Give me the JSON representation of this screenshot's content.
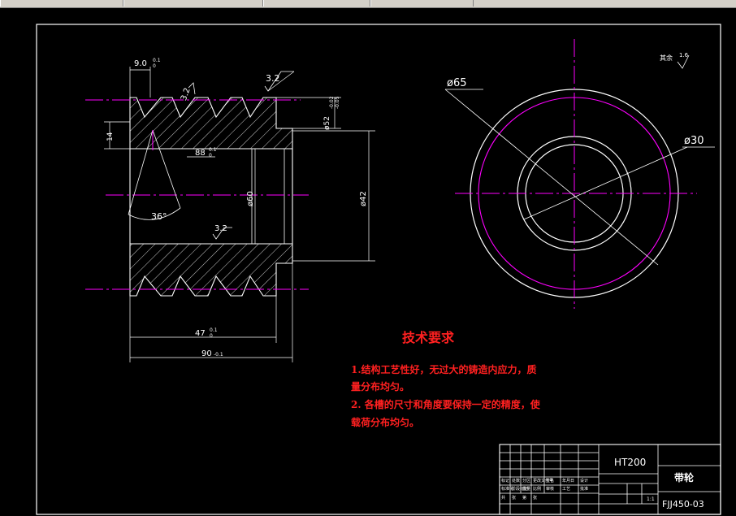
{
  "drawing": {
    "top_dims": {
      "width_9": "9.0",
      "tol_9_upper": "0.1",
      "tol_9_lower": "0",
      "rough_tooth": "3.2",
      "rough_top": "3.2",
      "dia_52": "ø52",
      "tol_52_upper": "-0.02",
      "tol_52_lower": "-0.05",
      "dim_14": "14",
      "dim_88": "88",
      "tol_88_upper": "0.1",
      "tol_88_lower": "0",
      "angle": "36°",
      "bore": "ø60",
      "outer": "ø42",
      "rough_bottom": "3.2",
      "len_47": "47",
      "tol_47_upper": "0.1",
      "tol_47_lower": "0",
      "len_90": "90",
      "tol_90": "-0.1"
    },
    "side_view": {
      "dia_65": "ø65",
      "dia_30": "ø30",
      "roughness_note": "其余",
      "roughness_value": "1.6"
    }
  },
  "requirements": {
    "title": "技术要求",
    "line1a": "1.结构工艺性好，无过大的铸造内应力，质",
    "line1b": "量分布均匀。",
    "line2a": "2. 各槽的尺寸和角度要保持一定的精度，使",
    "line2b": "载荷分布均匀。"
  },
  "title_block": {
    "material": "HT200",
    "part_name": "带轮",
    "drawing_no": "FJJ450-03",
    "scale": "1:1",
    "small_labels": [
      "标记",
      "处数",
      "分区",
      "更改文件号",
      "签名",
      "年月日",
      "设计",
      "标准化",
      "阶段标记",
      "重量",
      "比例",
      "审核",
      "工艺",
      "批准",
      "共",
      "张",
      "第",
      "张"
    ]
  }
}
